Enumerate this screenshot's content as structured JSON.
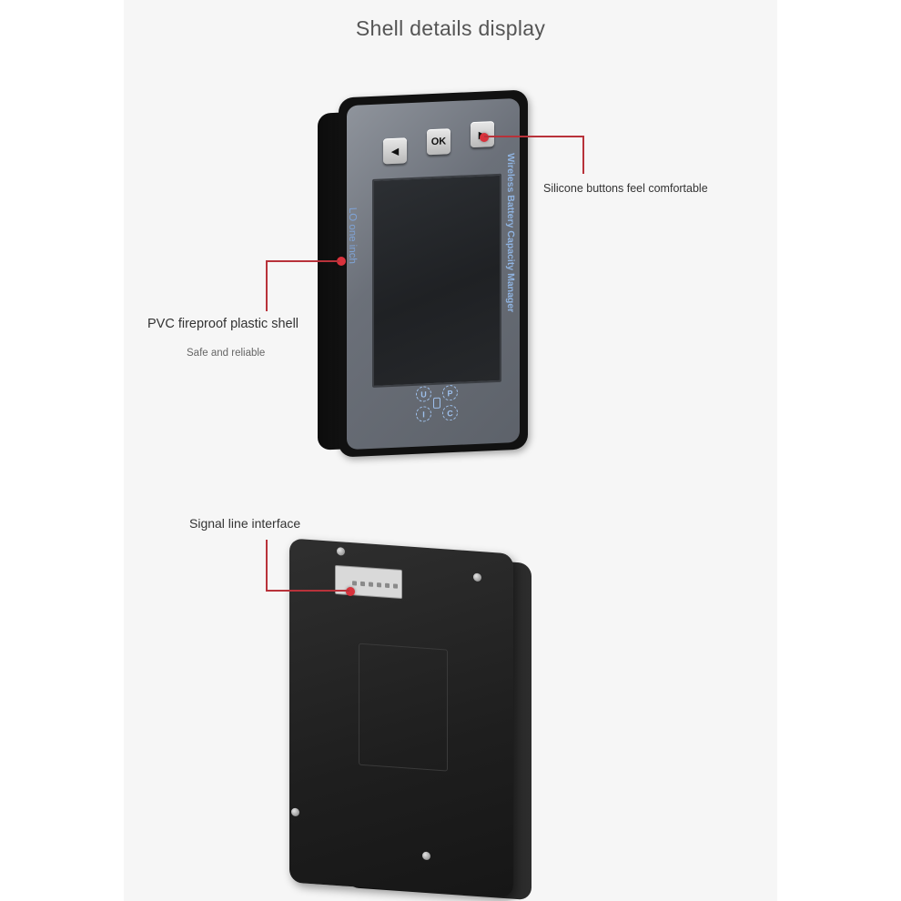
{
  "title": "Shell details display",
  "callouts": {
    "buttons": "Silicone buttons feel comfortable",
    "shell": "PVC fireproof plastic shell",
    "shell_sub": "Safe and reliable",
    "signal": "Signal line interface"
  },
  "device": {
    "button_ok": "OK",
    "side_text": "Wireless Battery Capacity Manager",
    "left_text": "LO one inch",
    "led_u": "U",
    "led_i": "I",
    "led_p": "P",
    "led_c": "C"
  },
  "colors": {
    "callout_red": "#d8323c",
    "device_text_blue": "#8fb3e0"
  }
}
